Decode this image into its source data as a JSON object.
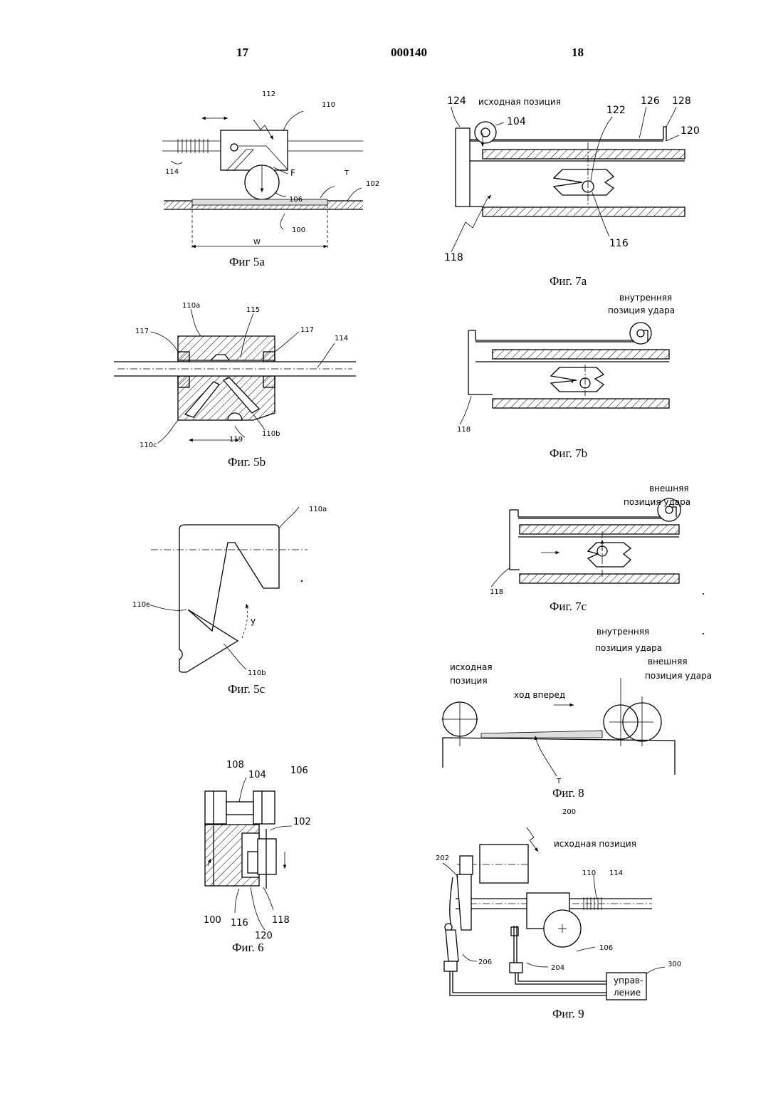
{
  "header": {
    "left_page": "17",
    "doc_number": "000140",
    "right_page": "18"
  },
  "fig5a": {
    "caption": "Фиг 5a",
    "labels": {
      "l112": "112",
      "l110": "110",
      "l114": "114",
      "lF": "F",
      "lT": "T",
      "l102": "102",
      "l106": "106",
      "l100": "100",
      "lW": "W"
    }
  },
  "fig5b": {
    "caption": "Фиг. 5b",
    "labels": {
      "l110a": "110a",
      "l115": "115",
      "l117a": "117",
      "l117b": "117",
      "l114": "114",
      "l110c": "110c",
      "l119": "119",
      "l110b": "110b"
    }
  },
  "fig5c": {
    "caption": "Фиг. 5c",
    "labels": {
      "l110a": "110a",
      "l110c": "110c",
      "ly": "y",
      "l110b": "110b"
    }
  },
  "fig6": {
    "caption": "Фиг. 6",
    "labels": {
      "l108": "108",
      "l104": "104",
      "l106": "106",
      "l102": "102",
      "l100": "100",
      "l116": "116",
      "l120": "120",
      "l118": "118"
    }
  },
  "fig7a": {
    "caption": "Фиг. 7a",
    "text": "исходная позиция",
    "labels": {
      "l124": "124",
      "l104": "104",
      "l122": "122",
      "l126": "126",
      "l128": "128",
      "l120": "120",
      "l118": "118",
      "l116": "116"
    }
  },
  "fig7b": {
    "caption": "Фиг. 7b",
    "text1": "внутренняя",
    "text2": "позиция удара",
    "labels": {
      "l118": "118"
    }
  },
  "fig7c": {
    "caption": "Фиг. 7c",
    "text1": "внешняя",
    "text2": "позиция удара",
    "labels": {
      "l118": "118"
    }
  },
  "fig8": {
    "caption": "Фиг. 8",
    "start1": "исходная",
    "start2": "позиция",
    "forward": "ход вперед",
    "inner1": "внутренняя",
    "inner2": "позиция удара",
    "outer1": "внешняя",
    "outer2": "позиция удара",
    "labels": {
      "lT": "T"
    }
  },
  "fig9": {
    "caption": "Фиг. 9",
    "start": "исходная позиция",
    "control1": "управ-",
    "control2": "ление",
    "labels": {
      "l200": "200",
      "l202": "202",
      "l110": "110",
      "l114": "114",
      "l106": "106",
      "l206": "206",
      "l204": "204",
      "l300": "300"
    }
  }
}
